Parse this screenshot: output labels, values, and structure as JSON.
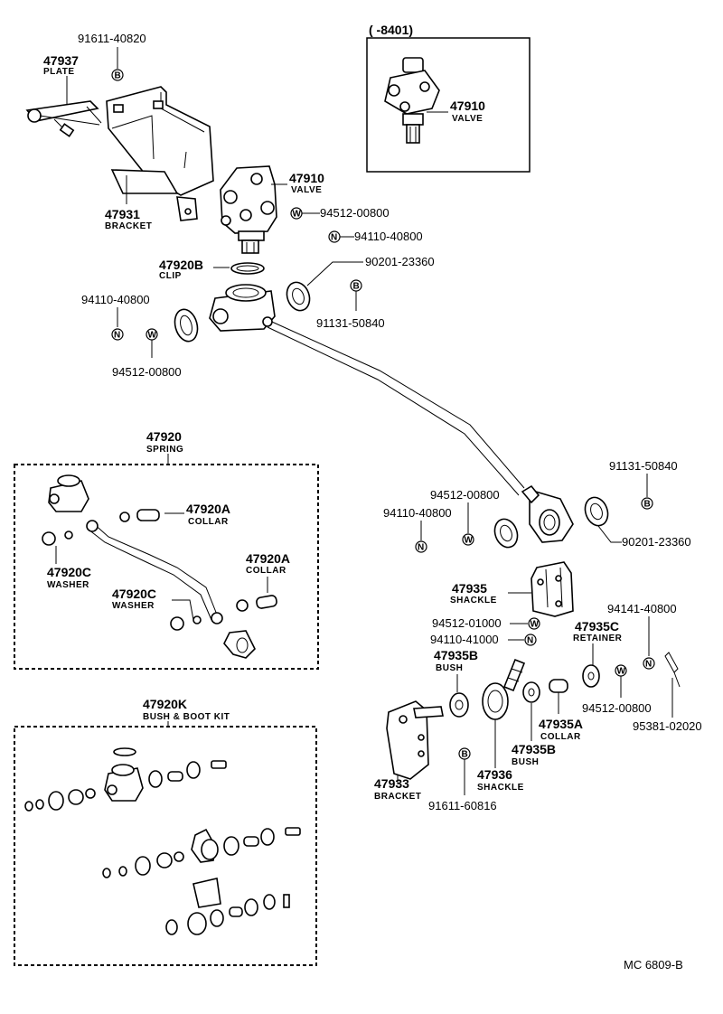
{
  "range_box": {
    "label": "(      -8401)"
  },
  "parts": {
    "plate": {
      "number": "47937",
      "name": "PLATE"
    },
    "bracket_top": {
      "number": "47931",
      "name": "BRACKET"
    },
    "valve_main": {
      "number": "47910",
      "name": "VALVE"
    },
    "valve_box": {
      "number": "47910",
      "name": "VALVE"
    },
    "clip": {
      "number": "47920B",
      "name": "CLIP"
    },
    "spring": {
      "number": "47920",
      "name": "SPRING"
    },
    "collar_a1": {
      "number": "47920A",
      "name": "COLLAR"
    },
    "collar_a2": {
      "number": "47920A",
      "name": "COLLAR"
    },
    "washer_c1": {
      "number": "47920C",
      "name": "WASHER"
    },
    "washer_c2": {
      "number": "47920C",
      "name": "WASHER"
    },
    "bush_boot_kit": {
      "number": "47920K",
      "name": "BUSH & BOOT KIT"
    },
    "shackle": {
      "number": "47935",
      "name": "SHACKLE"
    },
    "retainer": {
      "number": "47935C",
      "name": "RETAINER"
    },
    "bush_b1": {
      "number": "47935B",
      "name": "BUSH"
    },
    "collar_935a": {
      "number": "47935A",
      "name": "COLLAR"
    },
    "bush_b2": {
      "number": "47935B",
      "name": "BUSH"
    },
    "shackle_936": {
      "number": "47936",
      "name": "SHACKLE"
    },
    "bracket_933": {
      "number": "47933",
      "name": "BRACKET"
    }
  },
  "part_numbers": {
    "p91611_40820": "91611-40820",
    "p94512_00800_a": "94512-00800",
    "p94110_40800_a": "94110-40800",
    "p90201_23360_a": "90201-23360",
    "p91131_50840_a": "91131-50840",
    "p94110_40800_b": "94110-40800",
    "p94512_00800_b": "94512-00800",
    "p91131_50840_b": "91131-50840",
    "p94512_00800_c": "94512-00800",
    "p94110_40800_c": "94110-40800",
    "p90201_23360_b": "90201-23360",
    "p94141_40800": "94141-40800",
    "p94512_01000": "94512-01000",
    "p94110_41000": "94110-41000",
    "p94512_00800_d": "94512-00800",
    "p95381_02020": "95381-02020",
    "p91611_60816": "91611-60816"
  },
  "symbols": {
    "bolt": "B",
    "washer": "W",
    "nut": "N"
  },
  "footer": {
    "code": "MC  6809-B"
  }
}
